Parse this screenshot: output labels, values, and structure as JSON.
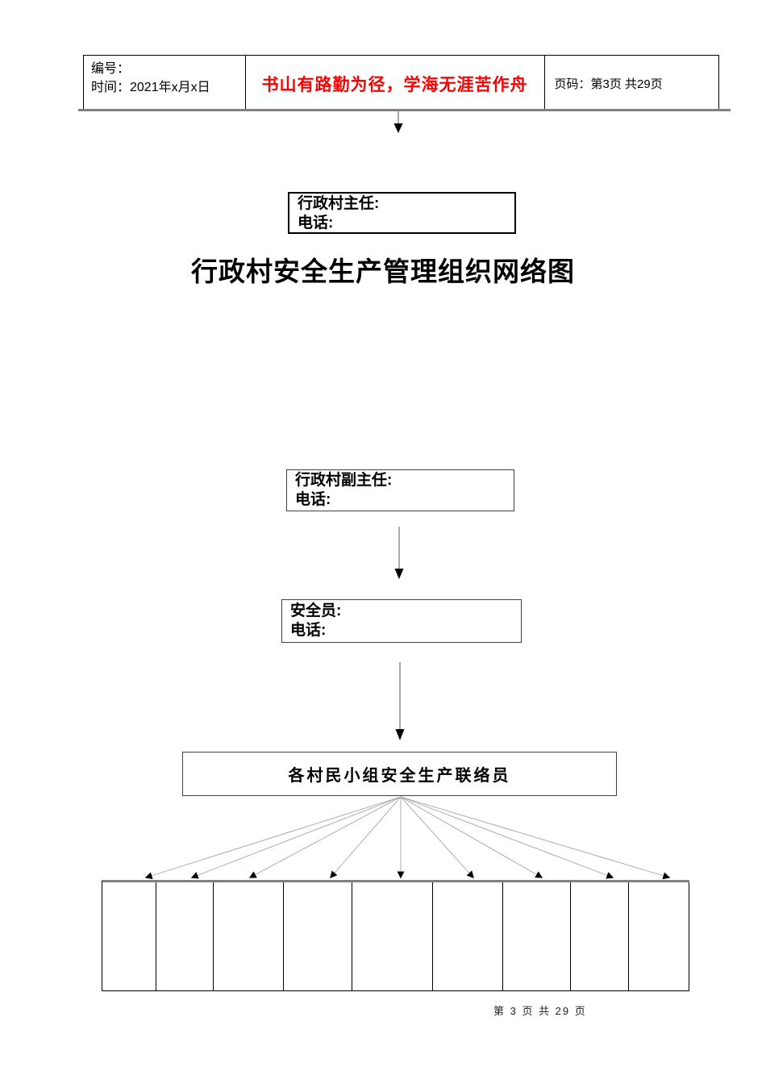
{
  "page": {
    "footer": "第 3 页 共 29 页"
  },
  "header": {
    "number_label": "编号：",
    "time_label": "时间：2021年x月x日",
    "motto": "书山有路勤为径，学海无涯苦作舟",
    "motto_color": "#FF0000",
    "page_info": "页码：第3页 共29页"
  },
  "title": "行政村安全生产管理组织网络图",
  "org_chart": {
    "boxes": {
      "director": {
        "line1": "行政村主任:",
        "line2": "电话:"
      },
      "deputy": {
        "line1": "行政村副主任:",
        "line2": "电话:"
      },
      "safety": {
        "line1": "安全员:",
        "line2": "电话:"
      },
      "liaison": {
        "label": "各村民小组安全生产联络员"
      }
    },
    "bottom_group_cell_count": 9,
    "colors": {
      "rule_gray": "#808080",
      "fan_line_gray": "#a3a3a3",
      "arrow_black": "#000000"
    }
  }
}
